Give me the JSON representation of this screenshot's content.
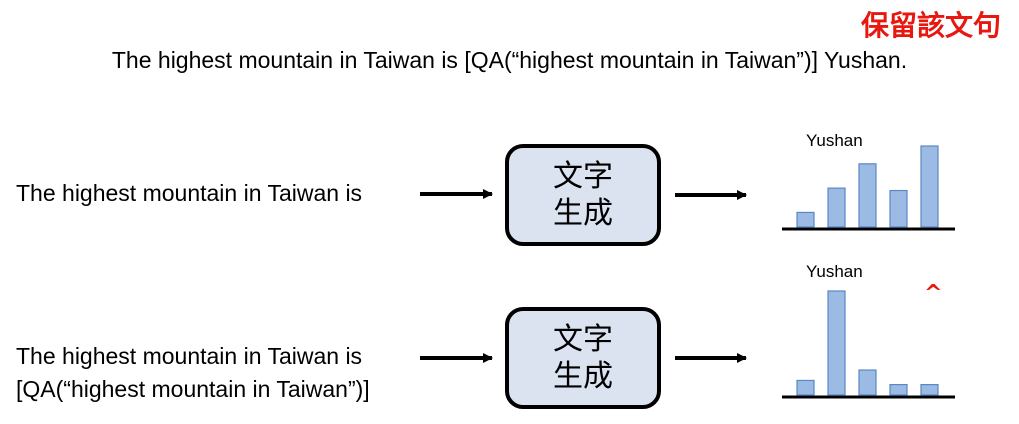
{
  "keep_label": "保留該文句",
  "top_sentence": "The highest mountain in Taiwan is [QA(“highest mountain in Taiwan”)] Yushan.",
  "rows": [
    {
      "input_lines": [
        "The highest mountain in Taiwan is"
      ],
      "model_lines": [
        "文字",
        "生成"
      ],
      "top_label": "Yushan",
      "distribution": [
        0.18,
        0.48,
        0.78,
        0.45,
        1.0
      ]
    },
    {
      "input_lines": [
        "The highest mountain in Taiwan is",
        "[QA(“highest mountain in Taiwan”)]"
      ],
      "model_lines": [
        "文字",
        "生成"
      ],
      "top_label": "Yushan",
      "distribution": [
        0.14,
        1.0,
        0.24,
        0.1,
        0.1
      ]
    }
  ],
  "caret": "^",
  "colors": {
    "bar_fill": "#9bbbe4",
    "bar_stroke": "#5a87c5",
    "box_fill": "#dbe3f1",
    "accent_red": "#e8170f"
  }
}
